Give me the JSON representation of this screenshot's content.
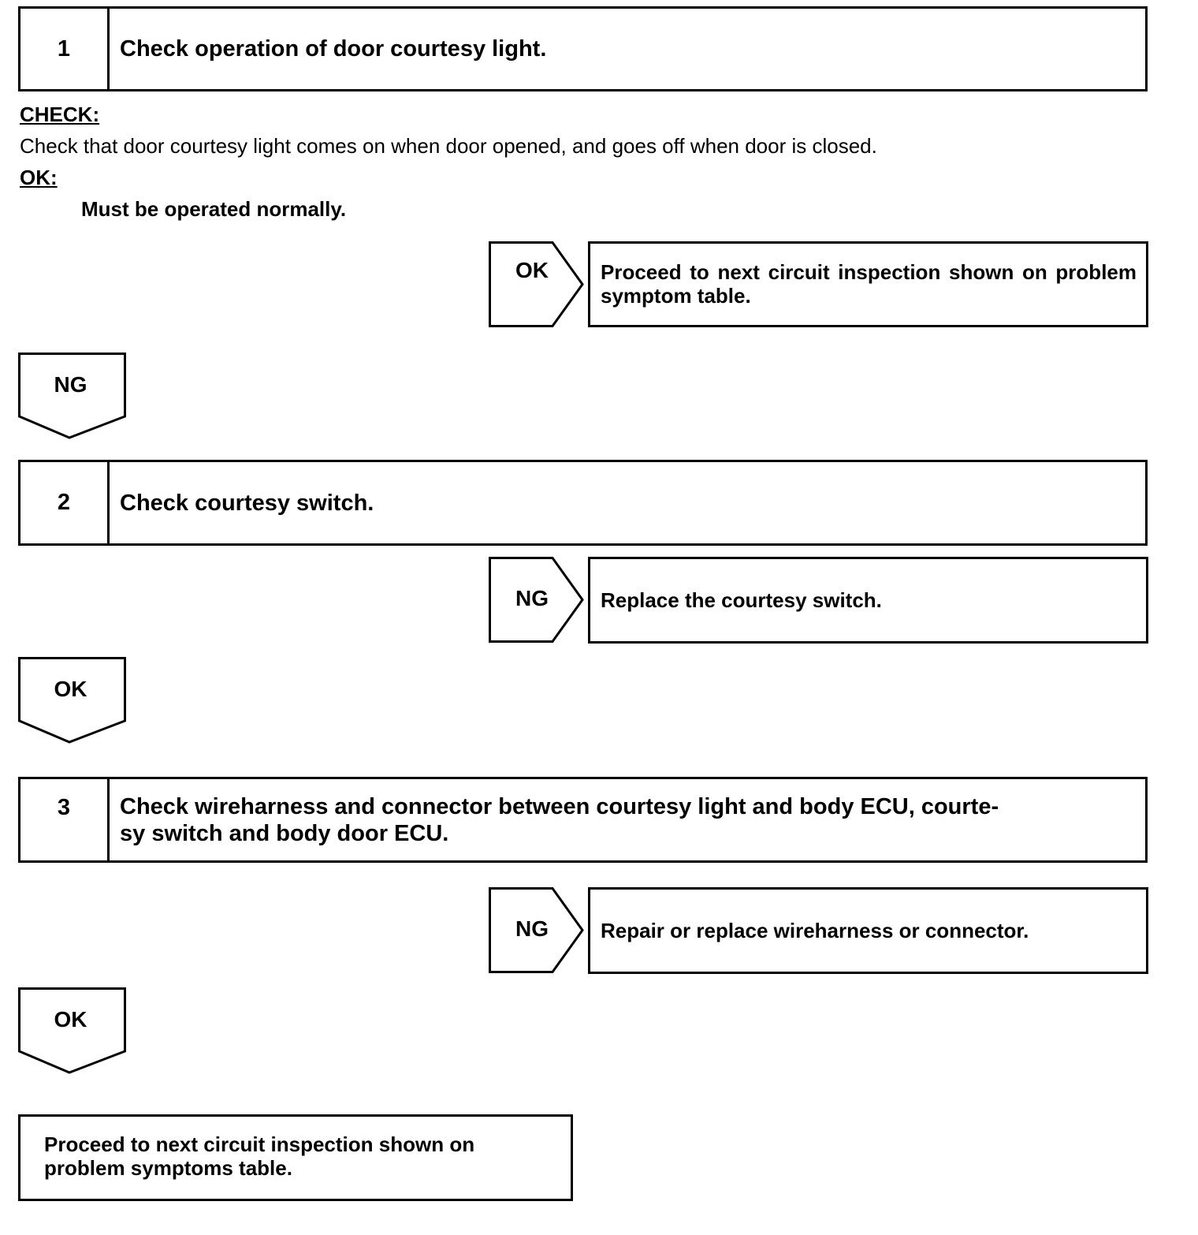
{
  "steps": [
    {
      "number": "1",
      "title": "Check operation of door courtesy light."
    },
    {
      "number": "2",
      "title": "Check courtesy switch."
    },
    {
      "number": "3",
      "title": "Check wireharness and connector between courtesy light and body ECU, courte-\nsy switch and body door ECU."
    }
  ],
  "check_section": {
    "check_label": "CHECK:",
    "check_text": "Check that door courtesy light comes on when door opened, and goes off when door is closed.",
    "ok_label": "OK:",
    "ok_text": "Must be operated normally."
  },
  "branches": [
    {
      "label": "OK",
      "result": "Proceed to next circuit inspection shown on problem symptom table."
    },
    {
      "label": "NG",
      "result": "Replace the courtesy switch."
    },
    {
      "label": "NG",
      "result": "Repair or replace wireharness or connector."
    }
  ],
  "down_arrows": [
    "NG",
    "OK",
    "OK"
  ],
  "final_box": "Proceed to next circuit inspection shown on\nproblem symptoms table."
}
